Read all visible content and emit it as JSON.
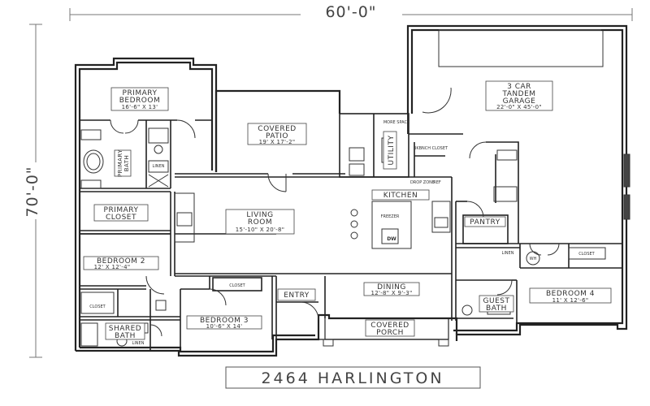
{
  "dimensions": {
    "width": "60'-0\"",
    "depth": "70'-0\""
  },
  "title": "2464 HARLINGTON",
  "rooms": {
    "primary_bedroom": {
      "name_line1": "PRIMARY",
      "name_line2": "BEDROOM",
      "size": "16'-6\" X 13'"
    },
    "covered_patio": {
      "name_line1": "COVERED",
      "name_line2": "PATIO",
      "size": "19' X 17'-2\""
    },
    "garage": {
      "name_line1": "3 CAR",
      "name_line2": "TANDEM",
      "name_line3": "GARAGE",
      "size": "22'-0\" X 45'-0\""
    },
    "utility": {
      "name": "UTILITY"
    },
    "kitchen": {
      "name": "KITCHEN"
    },
    "living_room": {
      "name_line1": "LIVING",
      "name_line2": "ROOM",
      "size": "15'-10\" X 20'-8\""
    },
    "pantry": {
      "name": "PANTRY"
    },
    "primary_closet": {
      "name_line1": "PRIMARY",
      "name_line2": "CLOSET"
    },
    "primary_bath": {
      "name_line1": "PRIMARY",
      "name_line2": "BATH"
    },
    "bedroom_2": {
      "name": "BEDROOM 2",
      "size": "12' X 12'-4\""
    },
    "entry": {
      "name": "ENTRY"
    },
    "dining": {
      "name": "DINING",
      "size": "12'-8\" X 9'-3\""
    },
    "bedroom_3": {
      "name": "BEDROOM 3",
      "size": "10'-6\" X 14'"
    },
    "shared_bath": {
      "name_line1": "SHARED",
      "name_line2": "BATH"
    },
    "covered_porch": {
      "name_line1": "COVERED",
      "name_line2": "PORCH"
    },
    "guest_bath": {
      "name_line1": "GUEST",
      "name_line2": "BATH"
    },
    "bedroom_4": {
      "name": "BEDROOM 4",
      "size": "11' X 12'-6\""
    }
  },
  "fixtures": {
    "dw": "DW",
    "wh": "WH",
    "linen": "LINEN",
    "closet": "CLOSET",
    "ref": "REF",
    "freezer": "FREEZER",
    "more_space": "MORE SPACE",
    "bkbench_closet": "BKBNCH CLOSET",
    "drop_zone": "DROP ZONE"
  }
}
